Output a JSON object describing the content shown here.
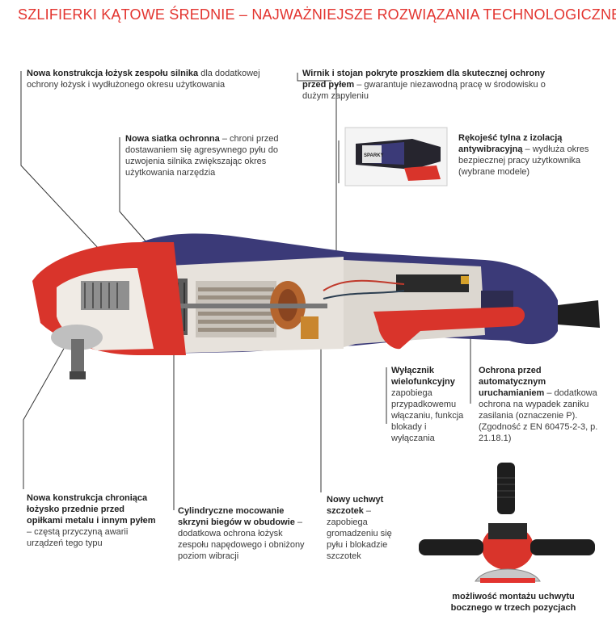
{
  "title": "SZLIFIERKI KĄTOWE ŚREDNIE – NAJWAŻNIEJSZE ROZWIĄZANIA TECHNOLOGICZNE",
  "annotations": {
    "a1": {
      "bold": "Nowa konstrukcja łożysk zespołu silnika",
      "rest": " dla dodatkowej ochrony łożysk i wydłużonego okresu użytkowania"
    },
    "a2": {
      "bold": "Nowa siatka ochronna",
      "rest": " – chroni przed dostawaniem się agresywnego pyłu do uzwojenia silnika zwiększając okres użytkowania narzędzia"
    },
    "a3": {
      "bold": "Wirnik i stojan pokryte proszkiem dla skutecznej ochrony przed pyłem",
      "rest": " – gwarantuje niezawodną pracę w środowisku o dużym zapyleniu"
    },
    "a4": {
      "bold": "Rękojeść tylna z izolacją antywibracyjną",
      "rest": " – wydłuża okres bezpiecznej pracy użytkownika (wybrane modele)"
    },
    "a5": {
      "bold": "Wyłącznik wielofunkcyjny",
      "rest": " zapobiega przypadkowemu włączaniu, funkcja blokady i wyłączania"
    },
    "a6": {
      "bold": "Ochrona przed automatycznym uruchamianiem",
      "rest": " – dodatkowa ochrona na wypadek zaniku zasilania (oznaczenie P). (Zgodność z EN 60475-2-3, p. 21.18.1)"
    },
    "a7": {
      "bold": "Nowa konstrukcja chroniąca łożysko przednie przed opiłkami metalu i innym pyłem",
      "rest": " – częstą przyczyną awarii urządzeń tego typu"
    },
    "a8": {
      "bold": "Cylindryczne mocowanie skrzyni biegów w obudowie",
      "rest": " – dodatkowa ochrona łożysk zespołu napędowego i obniżony poziom wibracji"
    },
    "a9": {
      "bold": "Nowy uchwyt szczotek",
      "rest": " – zapobiega gromadzeniu się pyłu i blokadzie szczotek"
    }
  },
  "caption": "możliwość montażu uchwytu bocznego w trzech pozycjach",
  "brand_label": "SPARKY",
  "colors": {
    "accent": "#e3342f",
    "body_red": "#d9342b",
    "housing": "#3b3a78",
    "dark": "#222222"
  }
}
